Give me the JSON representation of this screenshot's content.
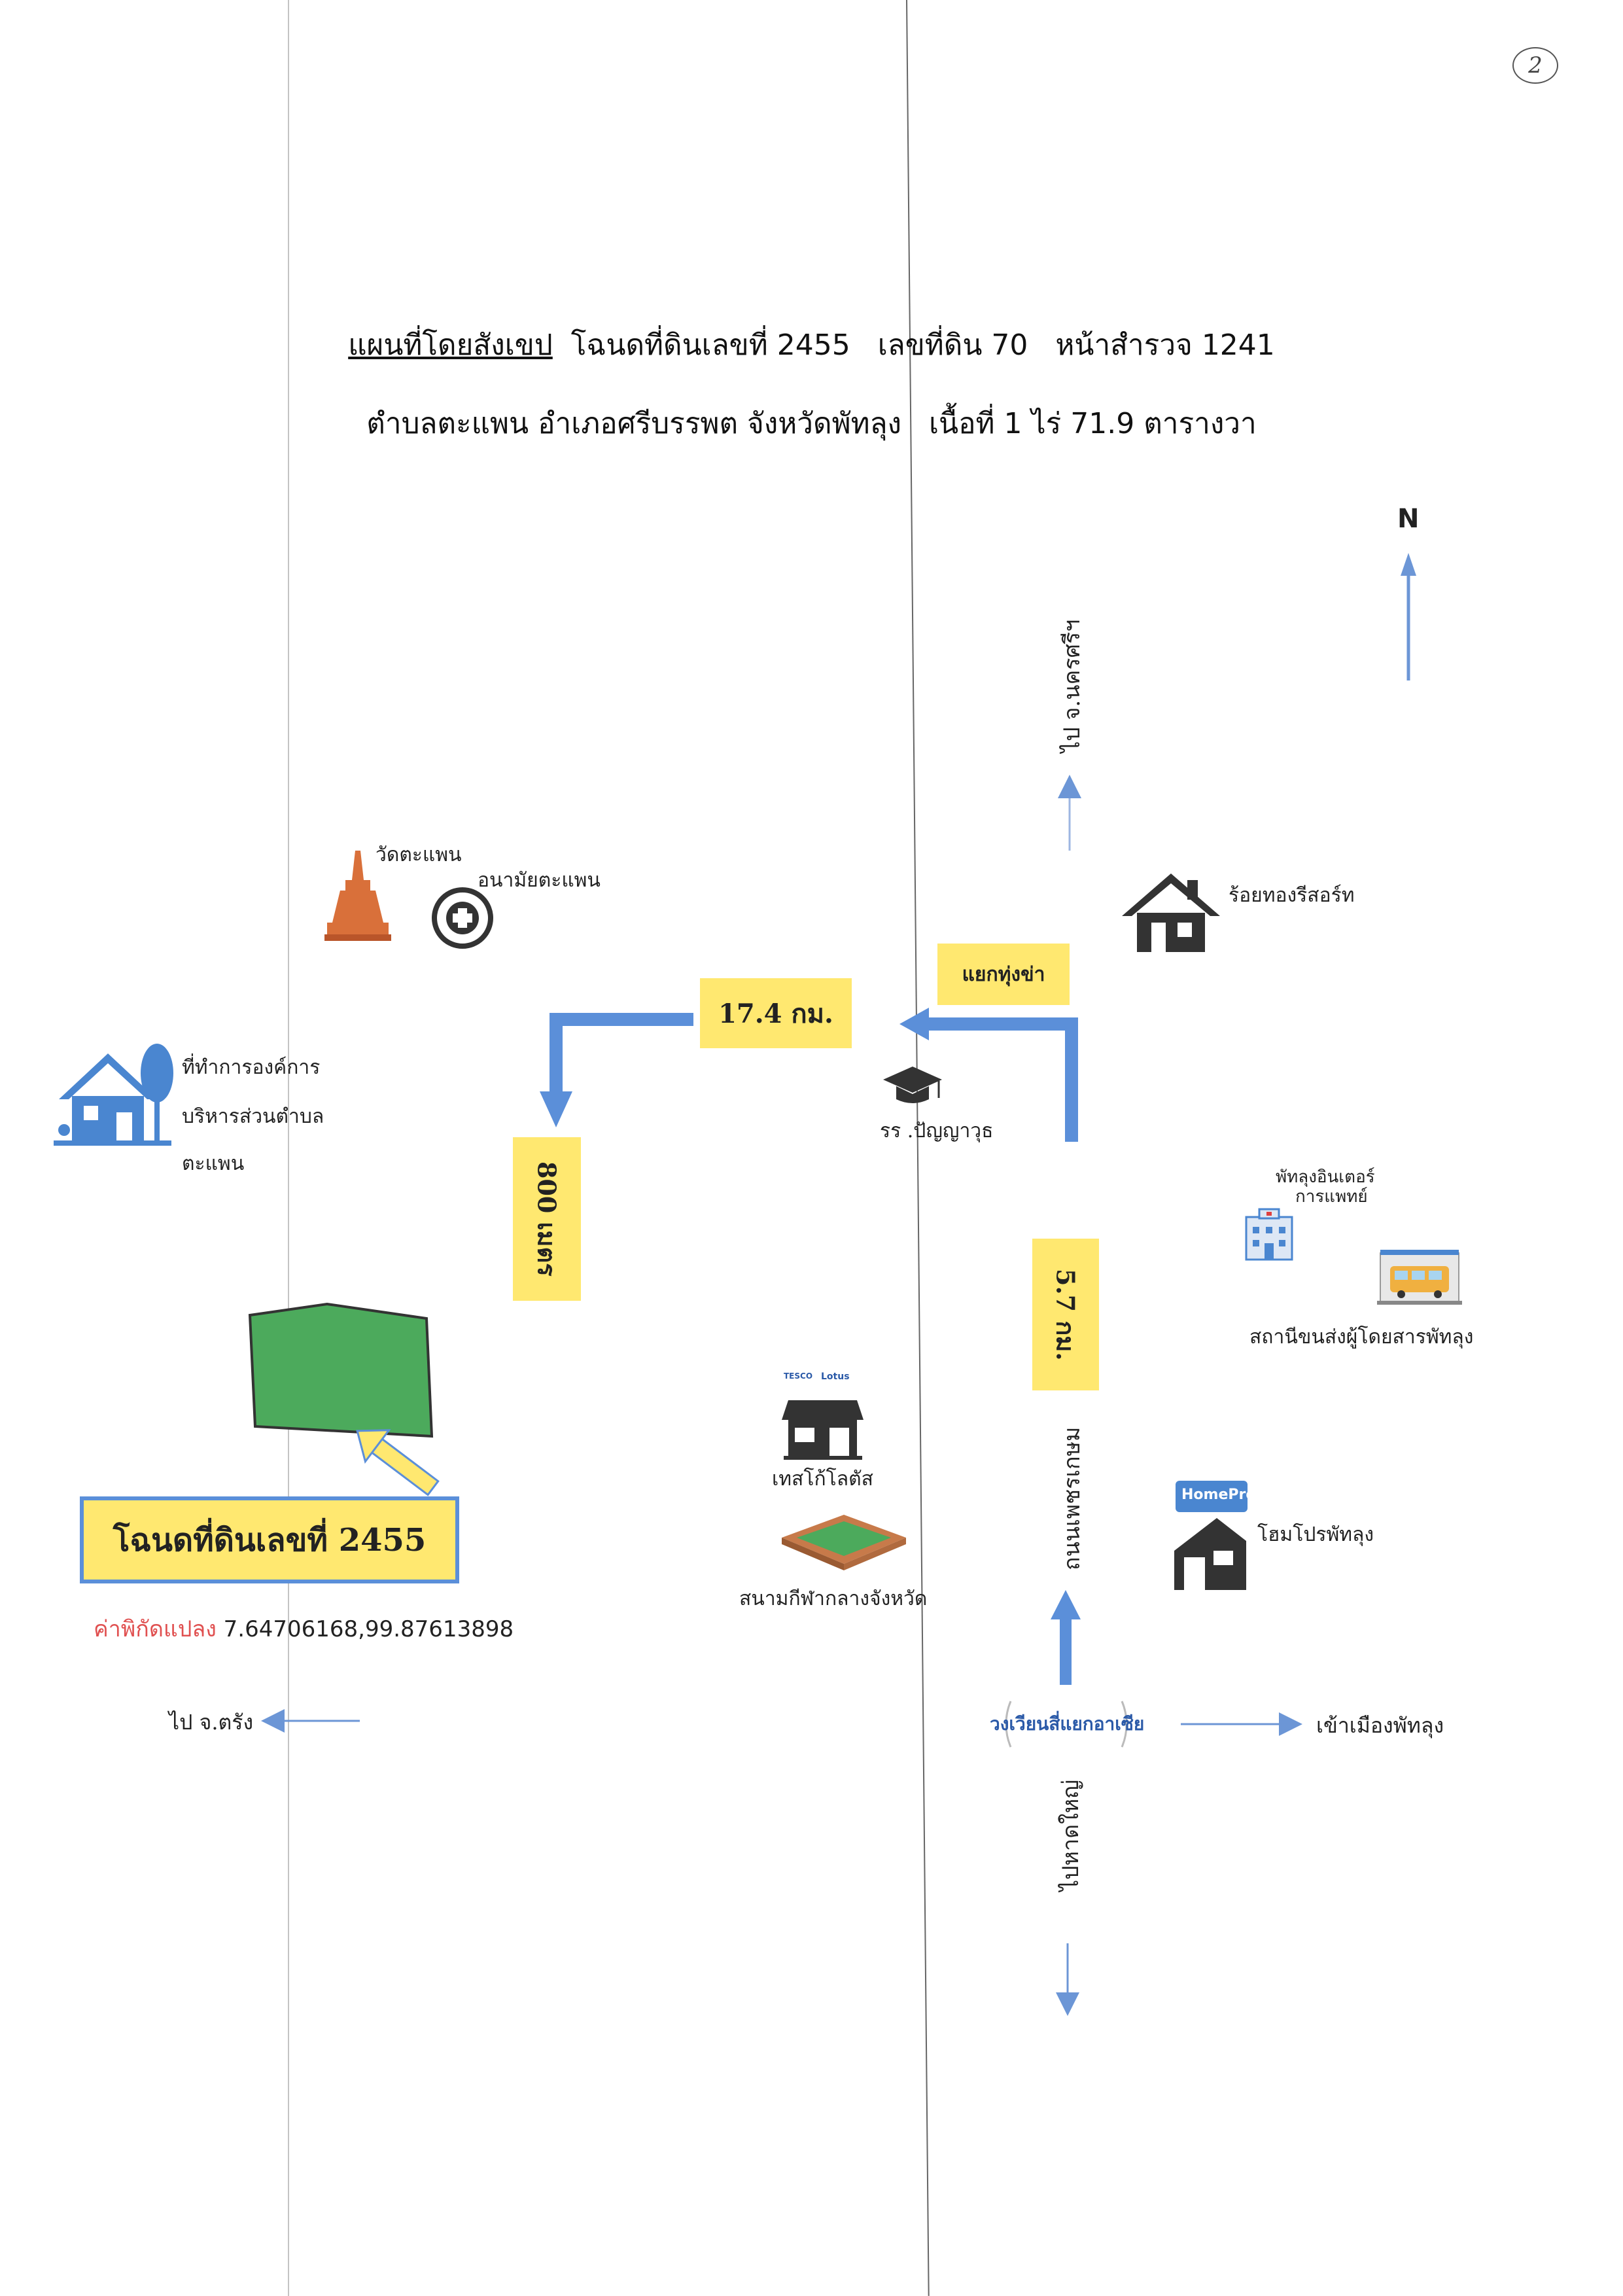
{
  "page_number": "2",
  "title": {
    "line1_prefix": "แผนที่โดยสังเขป",
    "line1_rest": "  โฉนดที่ดินเลขที่ 2455   เลขที่ดิน 70   หน้าสำรวจ 1241",
    "line2": "ตำบลตะแพน อำเภอศรีบรรพต จังหวัดพัทลุง   เนื้อที่ 1 ไร่ 71.9 ตารางวา"
  },
  "north_label": "N",
  "directions": {
    "to_nakhon": "ไป จ.นครศรีฯ",
    "to_trang": "ไป จ.ตรัง",
    "to_phatthalung_city": "เข้าเมืองพัทลุง",
    "to_hat_yai": "ไปหาดใหญ่"
  },
  "landmarks": {
    "temple": "วัดตะแพน",
    "health_center": "อนามัยตะแพน",
    "sao_office_1": "ที่ทำการองค์การ",
    "sao_office_2": "บริหารส่วนตำบล",
    "sao_office_3": "ตะแพน",
    "resort": "ร้อยทองรีสอร์ท",
    "school": "รร .ปัญญาวุธ",
    "hospital_1": "พัทลุงอินเตอร์",
    "hospital_2": "การแพทย์",
    "bus_station": "สถานีขนส่งผู้โดยสารพัทลุง",
    "tesco": "เทสโก้โลตัส",
    "tesco_logo_a": "TESCO",
    "tesco_logo_b": "Lotus",
    "stadium": "สนามกีฬากลางจังหวัด",
    "homepro": "โฮมโปรพัทลุง",
    "homepro_logo": "HomePro",
    "road_name": "ถนนเพชรเกษม",
    "junction_thungkha": "แยกทุ่งข่า",
    "roundabout": "วงเวียนสี่แยกอาเซีย"
  },
  "distances": {
    "d1": "17.4 กม.",
    "d2": "800 เมตร",
    "d3": "5.7 กม."
  },
  "parcel": {
    "deed_label": "โฉนดที่ดินเลขที่ 2455",
    "coord_label": "ค่าพิกัดแปลง",
    "coord_value": " 7.64706168,99.87613898"
  },
  "colors": {
    "route_blue": "#5b8fd9",
    "thin_blue": "#6c96d6",
    "parcel_green": "#4caa5c",
    "label_yellow": "#ffe870",
    "coord_red": "#e05050",
    "temple_orange": "#d9703a",
    "icon_dark": "#333333"
  }
}
